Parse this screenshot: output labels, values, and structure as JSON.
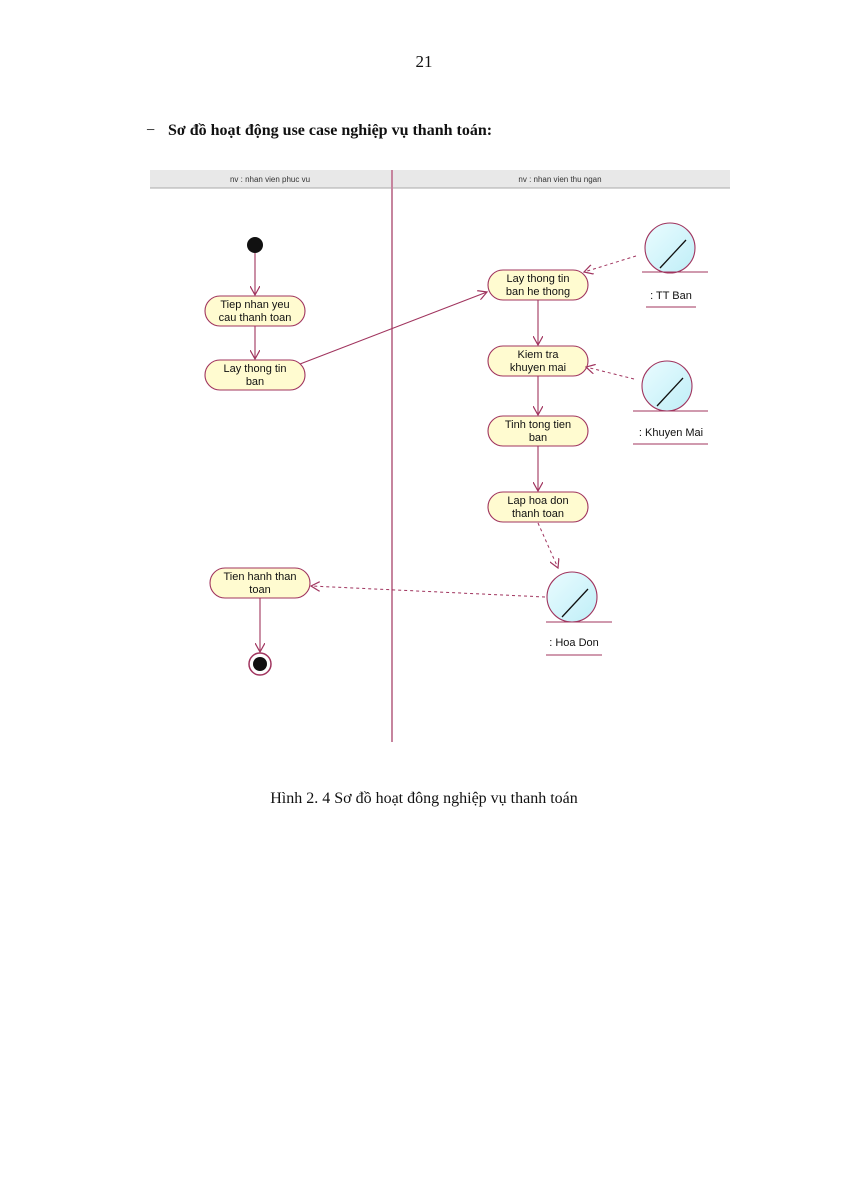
{
  "page_number": "21",
  "heading": {
    "bullet": "−",
    "text": "Sơ đồ hoạt động use case nghiệp vụ thanh toán:"
  },
  "diagram": {
    "swimlanes": [
      {
        "id": "lane-phuc-vu",
        "label": "nv : nhan vien phuc vu"
      },
      {
        "id": "lane-thu-ngan",
        "label": "nv : nhan vien thu ngan"
      }
    ],
    "activities": [
      {
        "id": "tiep-nhan",
        "lines": [
          "Tiep nhan yeu",
          "cau thanh toan"
        ]
      },
      {
        "id": "lay-thong-tin-ban",
        "lines": [
          "Lay thong tin",
          "ban"
        ]
      },
      {
        "id": "lay-thong-tin-he-thong",
        "lines": [
          "Lay thong tin",
          "ban he thong"
        ]
      },
      {
        "id": "kiem-tra-khuyen-mai",
        "lines": [
          "Kiem tra",
          "khuyen mai"
        ]
      },
      {
        "id": "tinh-tong-tien",
        "lines": [
          "Tinh tong tien",
          "ban"
        ]
      },
      {
        "id": "lap-hoa-don",
        "lines": [
          "Lap hoa don",
          "thanh toan"
        ]
      },
      {
        "id": "tien-hanh",
        "lines": [
          "Tien hanh than",
          "toan"
        ]
      }
    ],
    "objects": [
      {
        "id": "tt-ban",
        "label": ": TT Ban"
      },
      {
        "id": "khuyen-mai",
        "label": ": Khuyen Mai"
      },
      {
        "id": "hoa-don",
        "label": ": Hoa Don"
      }
    ]
  },
  "caption": "Hình 2. 4 Sơ đồ hoạt đông nghiệp vụ thanh toán"
}
